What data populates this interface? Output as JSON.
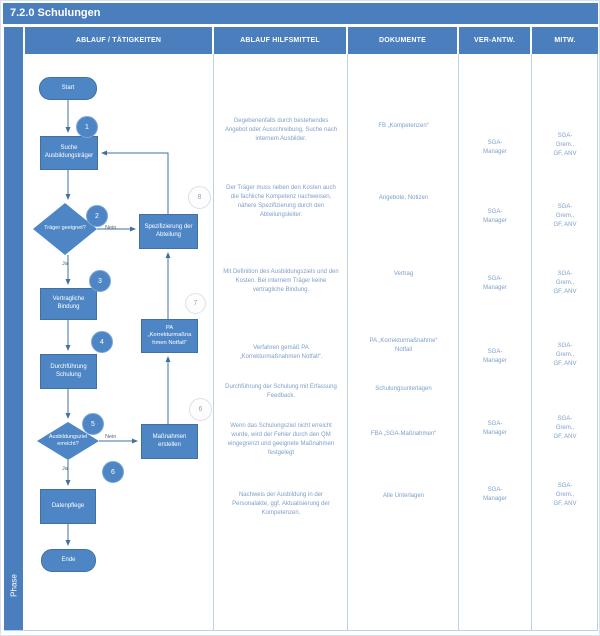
{
  "title": "7.2.0 Schulungen",
  "phase_label": "Phase",
  "columns": {
    "c1": "ABLAUF / TÄTIGKEITEN",
    "c2": "ABLAUF HILFSMITTEL",
    "c3": "DOKUMENTE",
    "c4": "VER-ANTW.",
    "c5": "MITW."
  },
  "flow": {
    "steps": {
      "start": "Start",
      "suche": "Suche\nAusbildungsträger",
      "traeger_geeignet": "Träger geeignet?",
      "spezifizierung": "Spezifizierung der\nAbteilung",
      "vertragliche_bindung": "Vertragliche\nBindung",
      "pa_korrektur": "PA\n„Korrekturmaßna\nhmen Notfall“",
      "durchfuehrung": "Durchführung\nSchulung",
      "ausbildungsziel": "Ausbildungsziel\nerreicht?",
      "massnahmen": "Maßnahmen\nerstellen",
      "datenpflege": "Datenpflege",
      "ende": "Ende"
    },
    "labels": {
      "ja": "Ja",
      "nein": "Nein"
    },
    "badges_blue": [
      "1",
      "2",
      "3",
      "4",
      "5",
      "6"
    ],
    "badges_white": [
      "8",
      "7",
      "6"
    ]
  },
  "hilfsmittel": {
    "rows": [
      "Gegebenenfalls durch bestehendes Angebot oder Ausschreibung, Suche nach internem Ausbilder.",
      "Der Träger muss neben den Kosten auch die fachliche Kompetenz nachweisen, nähere Spezifizierung durch den Abteilungsleiter.",
      "Mit Definition des Ausbildungsziels und den Kosten. Bei internem Träger keine vertragliche Bindung.",
      "Verfahren gemäß PA\n„Korrekturmaßnahmen Notfall“.",
      "Durchführung der Schulung mit Erfassung Feedback.",
      "Wenn das Schulungsziel nicht erreicht wurde, wird der Fehler durch den QM eingegrenzt und geeignete Maßnahmen festgelegt",
      "Nachweis der Ausbildung in der Personalakte, ggf. Aktualisierung der Kompetenzen."
    ]
  },
  "dokumente": {
    "rows": [
      "FB „Kompetenzen“",
      "Angebote, Notizen",
      "Vertrag",
      "PA „Korrekturmaßnahme“\nNotfall",
      "Schulungsunterlagen",
      "FBA „SGA-Maßnahmen“",
      "Alle Unterlagen"
    ]
  },
  "verantw": {
    "rows": [
      "SGA-\nManager",
      "SGA-\nManager",
      "SGA-\nManager",
      "SGA-\nManager",
      "SGA-\nManager",
      "SGA-\nManager"
    ]
  },
  "mitw": {
    "rows": [
      "SGA-\nGrem.,\nGF, ANV",
      "SGA-\nGrem.,\nGF, ANV",
      "SGA-\nGrem.,\nGF, ANV",
      "SGA-\nGrem.,\nGF, ANV",
      "SGA-\nGrem.,\nGF, ANV",
      "SGA-\nGrem.,\nGF, ANV"
    ]
  },
  "colors": {
    "bar_blue": "#4a7ebd",
    "shape_blue": "#4e86c5",
    "shape_border": "#41719c",
    "lane_line": "#bcd2e8",
    "note_text": "#7d9fc8"
  }
}
